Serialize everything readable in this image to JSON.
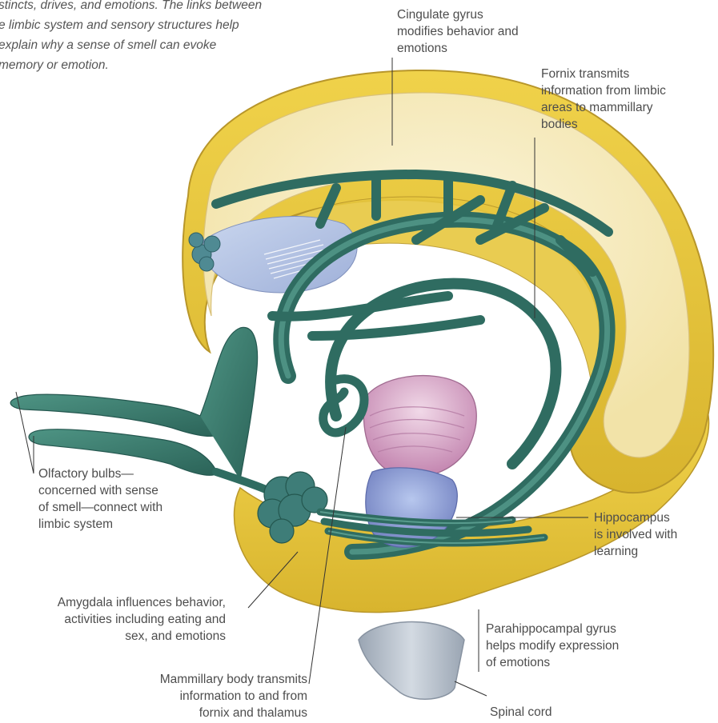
{
  "intro_lines": [
    "stincts, drives, and emotions. The links between",
    "e limbic system and sensory structures help",
    " explain why a sense of smell can evoke",
    "memory or emotion."
  ],
  "labels": {
    "cingulate": [
      "Cingulate gyrus",
      "modifies behavior and",
      "emotions"
    ],
    "fornix": [
      "Fornix transmits",
      "information from limbic",
      "areas to mammillary",
      "bodies"
    ],
    "olfactory": [
      "Olfactory bulbs—",
      "concerned with sense",
      "of smell—connect with",
      "limbic system"
    ],
    "hippocampus": [
      "Hippocampus",
      "is involved with",
      "learning"
    ],
    "amygdala": [
      "Amygdala influences behavior,",
      "activities including eating and",
      "sex, and emotions"
    ],
    "parahippocampal": [
      "Parahippocampal gyrus",
      "helps modify expression",
      "of emotions"
    ],
    "mammillary": [
      "Mammillary body transmits",
      "information to and from",
      "fornix and thalamus"
    ],
    "spinal": [
      "Spinal cord"
    ]
  },
  "colors": {
    "cortex_yellow": "#e8c83a",
    "cortex_cream": "#f8efce",
    "limbic_green": "#3a7a6e",
    "limbic_dark": "#24574f",
    "thalamus_pink": "#d9a6c8",
    "brainstem_blue": "#8a96c8",
    "spinal_gray": "#b9c2cc",
    "leader_line": "#333333"
  }
}
